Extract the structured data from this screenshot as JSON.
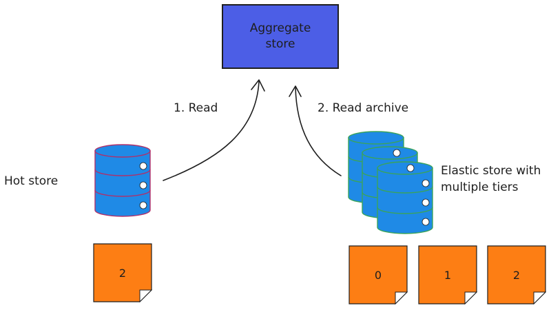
{
  "aggregate_store": {
    "label": "Aggregate store",
    "fill": "#4c5ee6"
  },
  "arrows": {
    "read": "1. Read",
    "read_archive": "2. Read archive"
  },
  "hot_store": {
    "label": "Hot store",
    "notes": [
      "2"
    ]
  },
  "elastic_store": {
    "label": "Elastic store with multiple tiers",
    "notes": [
      "0",
      "1",
      "2"
    ]
  },
  "colors": {
    "database_fill": "#1f8ae6",
    "note_fill": "#fd7e14",
    "stroke": "#1e1e1e"
  },
  "icons": {
    "database": "database-cylinder-icon",
    "note": "sticky-note-icon"
  }
}
